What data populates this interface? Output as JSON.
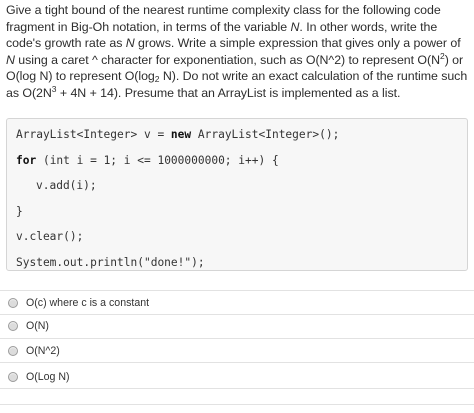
{
  "question": {
    "part1": "Give a tight bound of the nearest runtime complexity class for the following code fragment in Big-Oh notation, in terms of the variable ",
    "var_n1": "N",
    "part2": ". In other words, write the code's growth rate as ",
    "var_n2": "N",
    "part3": " grows. Write a simple expression that gives only a power of ",
    "var_n3": "N",
    "part4": " using a caret ^ character for exponentiation, such as O(N^2) to represent O(N",
    "sup_2": "2",
    "part5": ") or O(log N) to represent O(log",
    "sub_2": "2",
    "part6": " N). Do not write an exact calculation of the runtime such as O(2N",
    "sup_3": "3",
    "part7": " + 4N + 14). Presume that an ArrayList is implemented as a list."
  },
  "code": {
    "line1_a": "ArrayList<Integer> v = ",
    "line1_kw": "new",
    "line1_b": " ArrayList<Integer>();",
    "line2_kw": "for",
    "line2_b": " (int i = 1; i <= 1000000000; i++) {",
    "line3": "v.add(i);",
    "line4": "}",
    "line5": "v.clear();",
    "line6": "System.out.println(\"done!\");"
  },
  "options": [
    {
      "label": "O(c) where c is a constant"
    },
    {
      "label": "O(N)"
    },
    {
      "label": "O(N^2)"
    },
    {
      "label": "O(Log N)"
    }
  ]
}
